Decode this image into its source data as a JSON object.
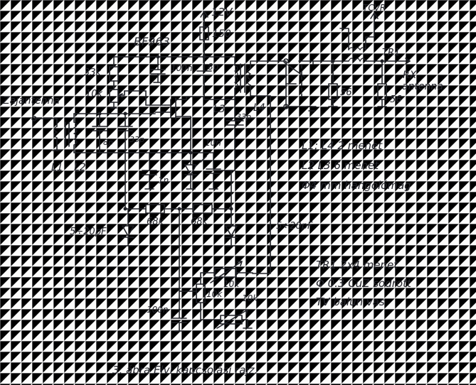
{
  "labels": {
    "v12": "12V",
    "r150": "150",
    "transistor": "BF963",
    "tcvr": "TCVR",
    "tr1": "TR1",
    "rx": "RX",
    "antenna": "antenna",
    "zaj": "Zajantenna",
    "r33k": "33k",
    "r10k_top": "10k",
    "c100n_top": "100n",
    "c8p_top": "8p",
    "l1": "L1",
    "l2": "L2",
    "l3": "L3",
    "l4": "L4",
    "c8p_left": "8p",
    "c33p_left": "33p",
    "c33p_right": "33p",
    "c10n": "10n",
    "c1n": "1n",
    "r56a": "56",
    "r56b": "56",
    "r68k_a": "68k",
    "r68k_b": "68k",
    "cap_left": "5÷20pF",
    "cap_right": "5÷20pF",
    "c100n_bot": "100n",
    "pot1": "10k",
    "pot2": "10k",
    "pot3": "10k"
  },
  "notes": {
    "n1": "L1; L4  2 menet",
    "n2": "L2  L3  6 menet",
    "n3": "Φ4 mm hangolómag",
    "n4": "TR1  2x4 menet",
    "n5": "Φ 0.3 CuZ sodrott",
    "n6": "TV balun vas"
  },
  "caption": "3. ábra   Elvi kapcsolási rajz."
}
